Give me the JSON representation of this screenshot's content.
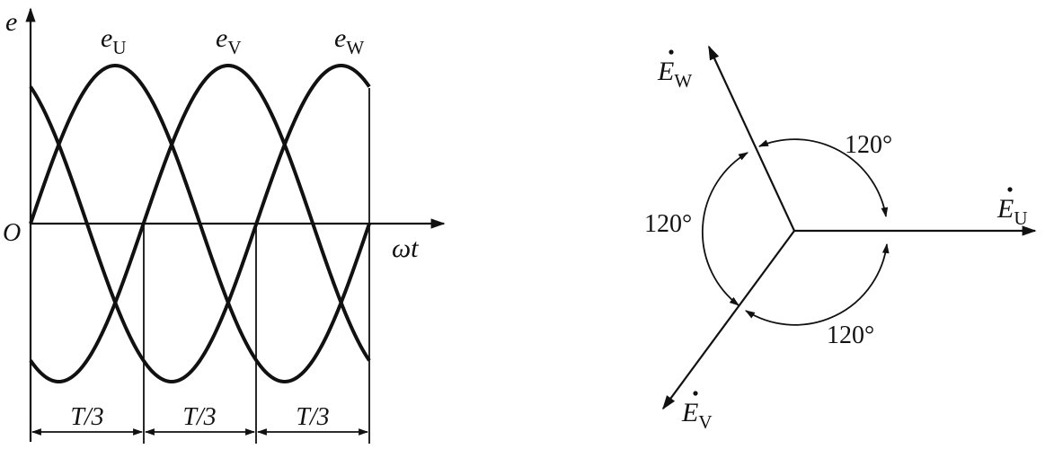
{
  "waveform": {
    "y_axis_label": "e",
    "x_axis_label": "ωt",
    "origin_label": "O",
    "curves": [
      {
        "symbol": "e",
        "sub": "U",
        "phase_deg": 0
      },
      {
        "symbol": "e",
        "sub": "V",
        "phase_deg": -120
      },
      {
        "symbol": "e",
        "sub": "W",
        "phase_deg": 120
      }
    ],
    "intervals": [
      "T/3",
      "T/3",
      "T/3"
    ]
  },
  "phasor": {
    "phasors": [
      {
        "symbol": "E",
        "sub": "U",
        "angle_deg": 0
      },
      {
        "symbol": "E",
        "sub": "V",
        "angle_deg": -120
      },
      {
        "symbol": "E",
        "sub": "W",
        "angle_deg": 120
      }
    ],
    "angle_labels": [
      "120°",
      "120°",
      "120°"
    ]
  },
  "colors": {
    "ink": "#111111",
    "background": "#ffffff"
  }
}
